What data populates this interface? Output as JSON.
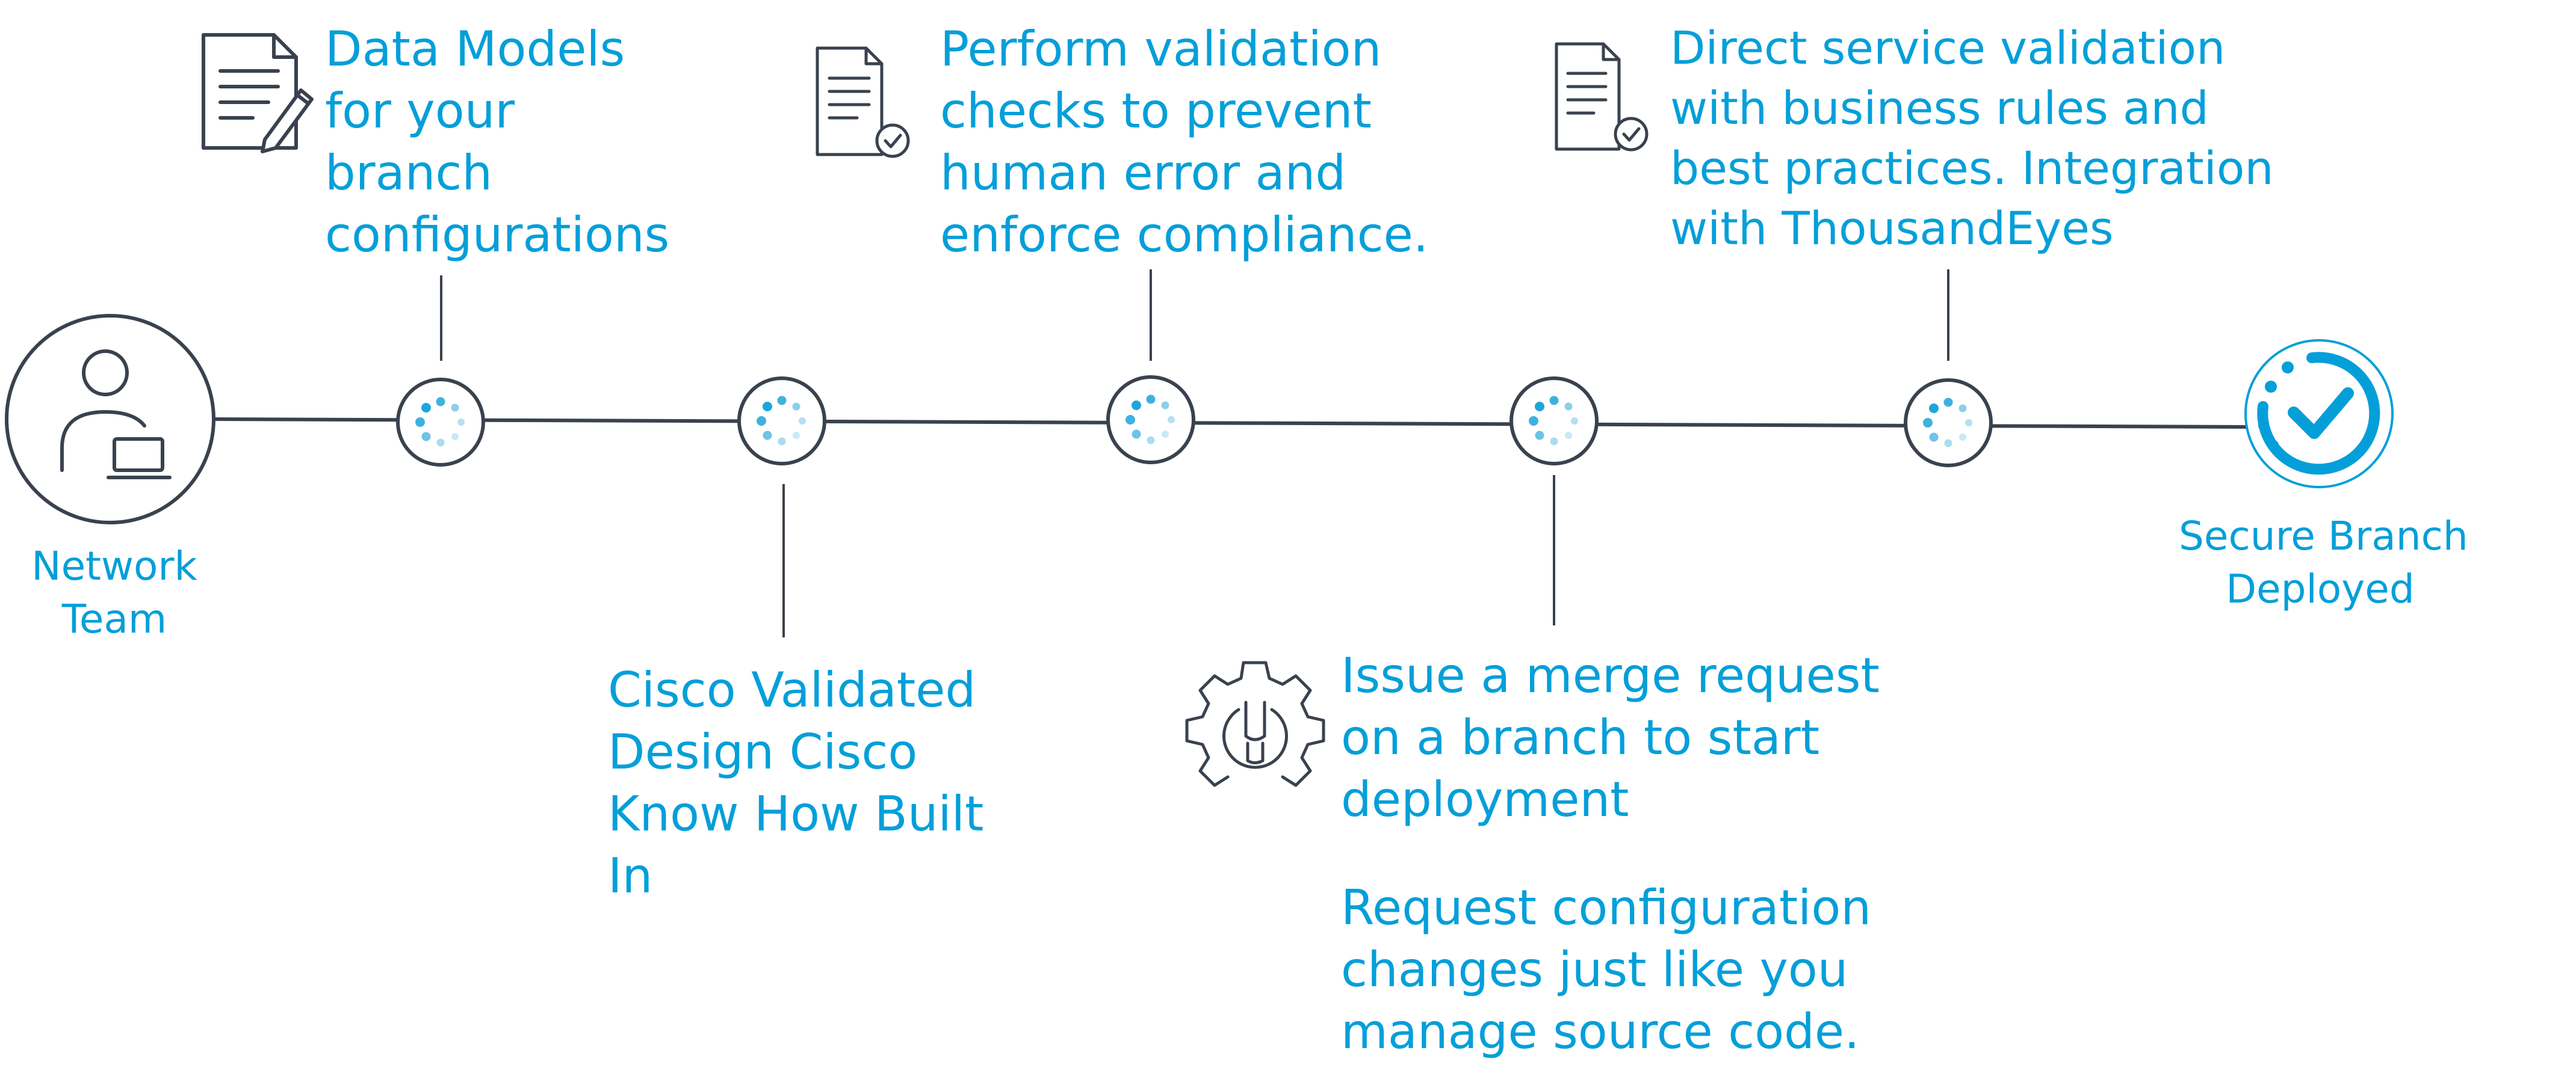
{
  "start_node": {
    "icon": "user-laptop-icon",
    "label_lines": [
      "Network",
      "Team"
    ]
  },
  "end_node": {
    "icon": "check-circle-icon",
    "label_lines": [
      "Secure Branch",
      "Deployed"
    ]
  },
  "steps": [
    {
      "icon": "document-pencil-icon",
      "text_lines": [
        "Data Models",
        "for your",
        "branch",
        "configurations"
      ]
    },
    {
      "icon": "",
      "text_lines": [
        "Cisco Validated",
        "Design Cisco",
        "Know How Built",
        "In"
      ]
    },
    {
      "icon": "document-check-icon",
      "text_lines": [
        "Perform validation",
        "checks to prevent",
        "human error and",
        "enforce compliance."
      ]
    },
    {
      "icon": "gear-wrench-icon",
      "text_lines": [
        "Issue a merge request",
        "on a branch to start",
        "deployment"
      ],
      "extra_lines": [
        "Request configuration",
        "changes just like you",
        "manage source code."
      ]
    },
    {
      "icon": "document-check-icon",
      "text_lines": [
        "Direct service validation",
        "with business rules and",
        "best practices. Integration",
        "with ThousandEyes"
      ]
    }
  ],
  "colors": {
    "accent": "#049fd9",
    "line": "#39424e",
    "node_fill": "#ffffff",
    "spinner_dark": "#3fb1df",
    "spinner_light": "#a9dcf1"
  }
}
